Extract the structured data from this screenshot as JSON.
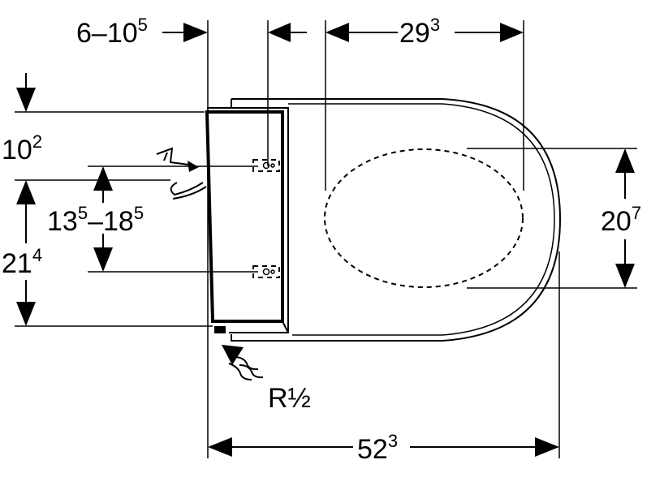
{
  "dimensions": {
    "top_left": {
      "base": "6–10",
      "sup": "5"
    },
    "top_right": {
      "base": "29",
      "sup": "3"
    },
    "left_top": {
      "base": "10",
      "sup": "2"
    },
    "left_mid": {
      "base1": "13",
      "sup1": "5",
      "dash": "–",
      "base2": "18",
      "sup2": "5"
    },
    "left_bottom": {
      "base": "21",
      "sup": "4"
    },
    "right": {
      "base": "20",
      "sup": "7"
    },
    "bottom": {
      "base": "52",
      "sup": "3"
    },
    "water_connection": "R½"
  },
  "icons": {
    "electric": "lightning-bolt-icon",
    "water": "water-inlet-icon"
  }
}
